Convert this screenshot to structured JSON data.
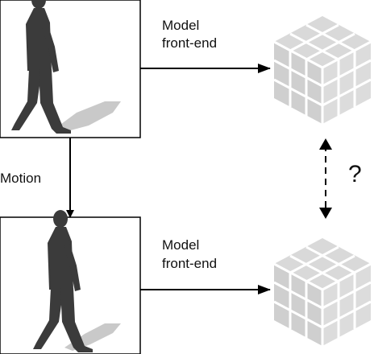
{
  "labels": {
    "model_top_line1": "Model",
    "model_top_line2": "front-end",
    "model_bottom_line1": "Model",
    "model_bottom_line2": "front-end",
    "motion": "Motion",
    "question": "?"
  },
  "colors": {
    "silhouette": "#3b3b3b",
    "shadow": "#c8c8c8",
    "cube": "#d6d6d6",
    "cube_grid": "#ffffff",
    "frame": "#000000"
  },
  "icons": {
    "person_top": "walking-person-icon",
    "person_bottom": "walking-person-icon",
    "cube_top": "voxel-cube-icon",
    "cube_bottom": "voxel-cube-icon"
  }
}
